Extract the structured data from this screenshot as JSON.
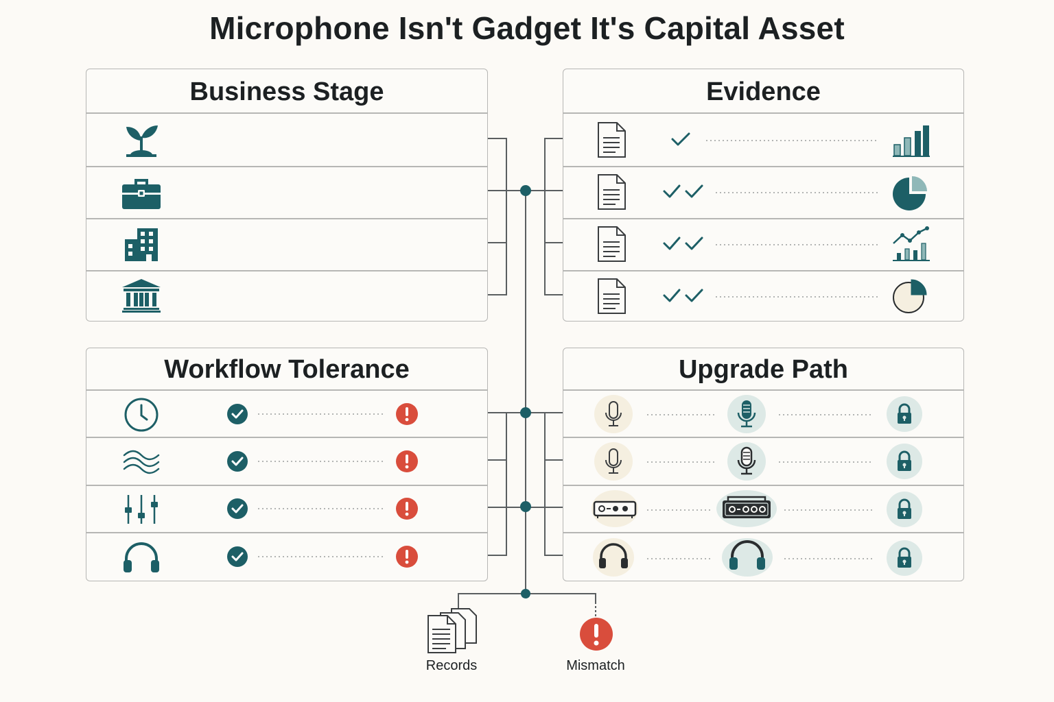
{
  "title": "Microphone Isn't Gadget It's Capital Asset",
  "colors": {
    "teal": "#1d5f66",
    "teal_light": "#8fb8b8",
    "alert_red": "#d94d3c",
    "line_gray": "#5a5e60",
    "border_gray": "#b6b6b4",
    "cream": "#f5efe0",
    "mint": "#dde9e6"
  },
  "panels": {
    "business_stage": {
      "title": "Business Stage",
      "rows": [
        {
          "icon": "sprout-icon"
        },
        {
          "icon": "briefcase-icon"
        },
        {
          "icon": "office-building-icon"
        },
        {
          "icon": "institution-icon"
        }
      ]
    },
    "evidence": {
      "title": "Evidence",
      "rows": [
        {
          "doc_icon": "document-icon",
          "checks": 1,
          "chart_icon": "bar-chart-icon"
        },
        {
          "doc_icon": "document-icon",
          "checks": 2,
          "chart_icon": "pie-chart-icon"
        },
        {
          "doc_icon": "document-icon",
          "checks": 2,
          "chart_icon": "trend-chart-icon"
        },
        {
          "doc_icon": "document-icon",
          "checks": 2,
          "chart_icon": "pie-chart-outline-icon"
        }
      ]
    },
    "workflow_tolerance": {
      "title": "Workflow Tolerance",
      "rows": [
        {
          "icon": "clock-icon",
          "ok_icon": "check-circle-icon",
          "alert_icon": "alert-circle-icon"
        },
        {
          "icon": "waves-icon",
          "ok_icon": "check-circle-icon",
          "alert_icon": "alert-circle-icon"
        },
        {
          "icon": "mixer-sliders-icon",
          "ok_icon": "check-circle-icon",
          "alert_icon": "alert-circle-icon"
        },
        {
          "icon": "headphones-icon",
          "ok_icon": "check-circle-icon",
          "alert_icon": "alert-circle-icon"
        }
      ]
    },
    "upgrade_path": {
      "title": "Upgrade Path",
      "rows": [
        {
          "from": "microphone-basic-icon",
          "to": "microphone-studio-icon",
          "lock": "lock-icon"
        },
        {
          "from": "microphone-basic-icon",
          "to": "microphone-pro-icon",
          "lock": "lock-icon"
        },
        {
          "from": "audio-interface-basic-icon",
          "to": "audio-interface-pro-icon",
          "lock": "lock-icon"
        },
        {
          "from": "headphones-basic-icon",
          "to": "headphones-pro-icon",
          "lock": "lock-icon"
        }
      ]
    }
  },
  "outputs": {
    "records_label": "Records",
    "mismatch_label": "Mismatch"
  }
}
